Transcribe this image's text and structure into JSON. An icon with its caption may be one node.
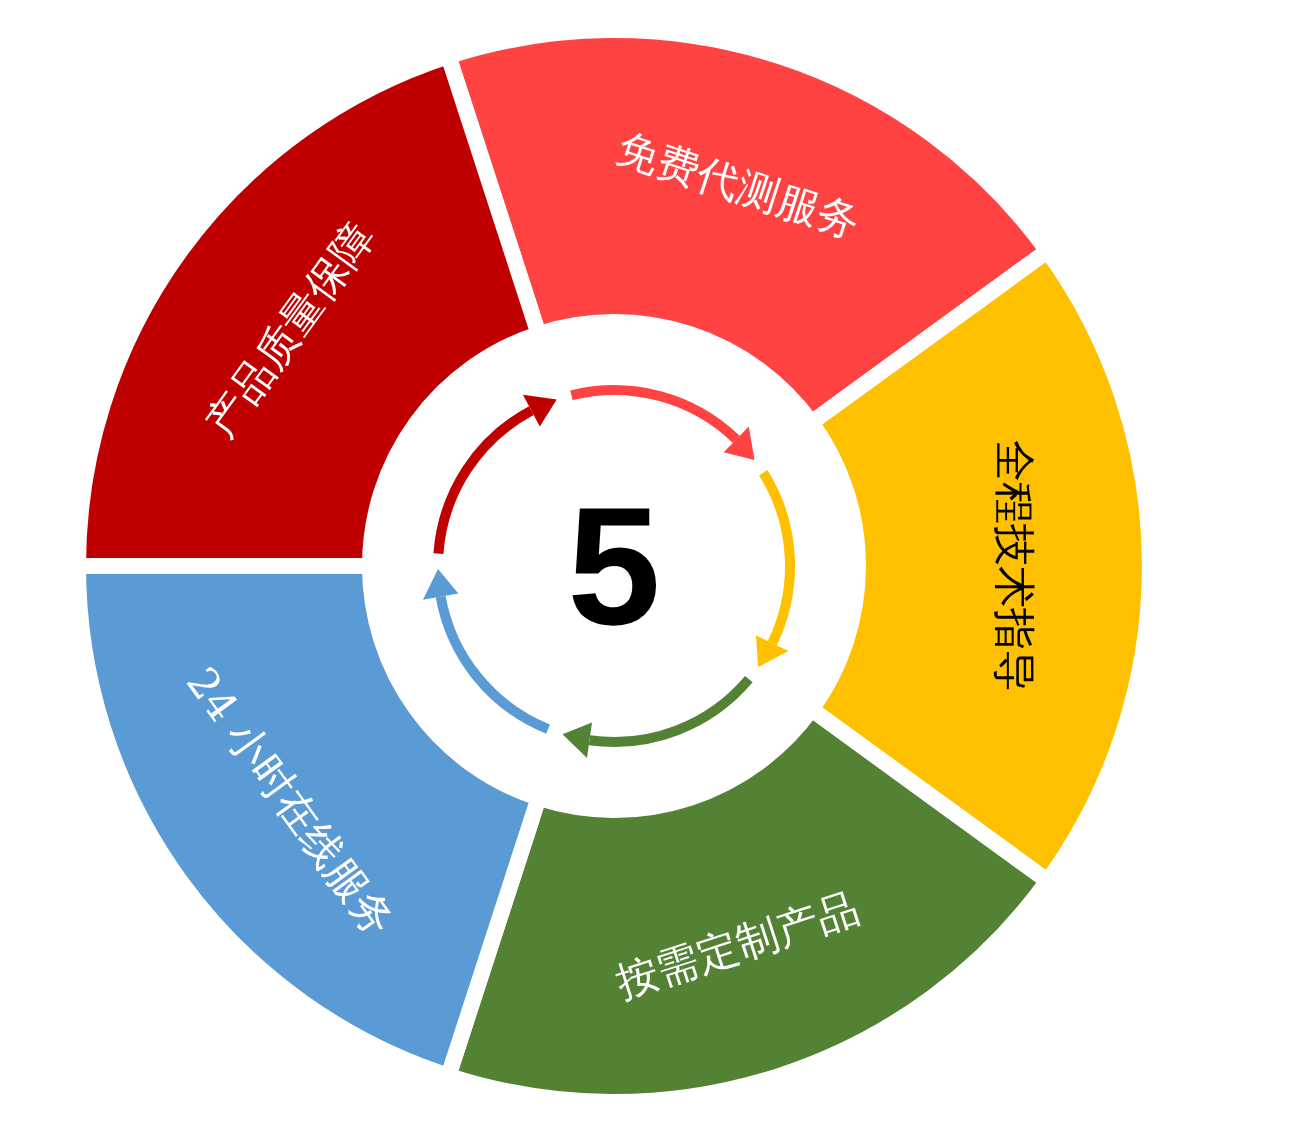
{
  "diagram": {
    "nodes": [
      {
        "text": [
          "5"
        ]
      },
      {
        "text": [
          "免费代测服务"
        ]
      },
      {
        "text": [
          "全程技术指导"
        ]
      },
      {
        "text": [
          "按需定制产品"
        ]
      },
      {
        "text": [
          "24 小时在线服务"
        ]
      },
      {
        "text": [
          "产品质量保障"
        ]
      }
    ]
  }
}
